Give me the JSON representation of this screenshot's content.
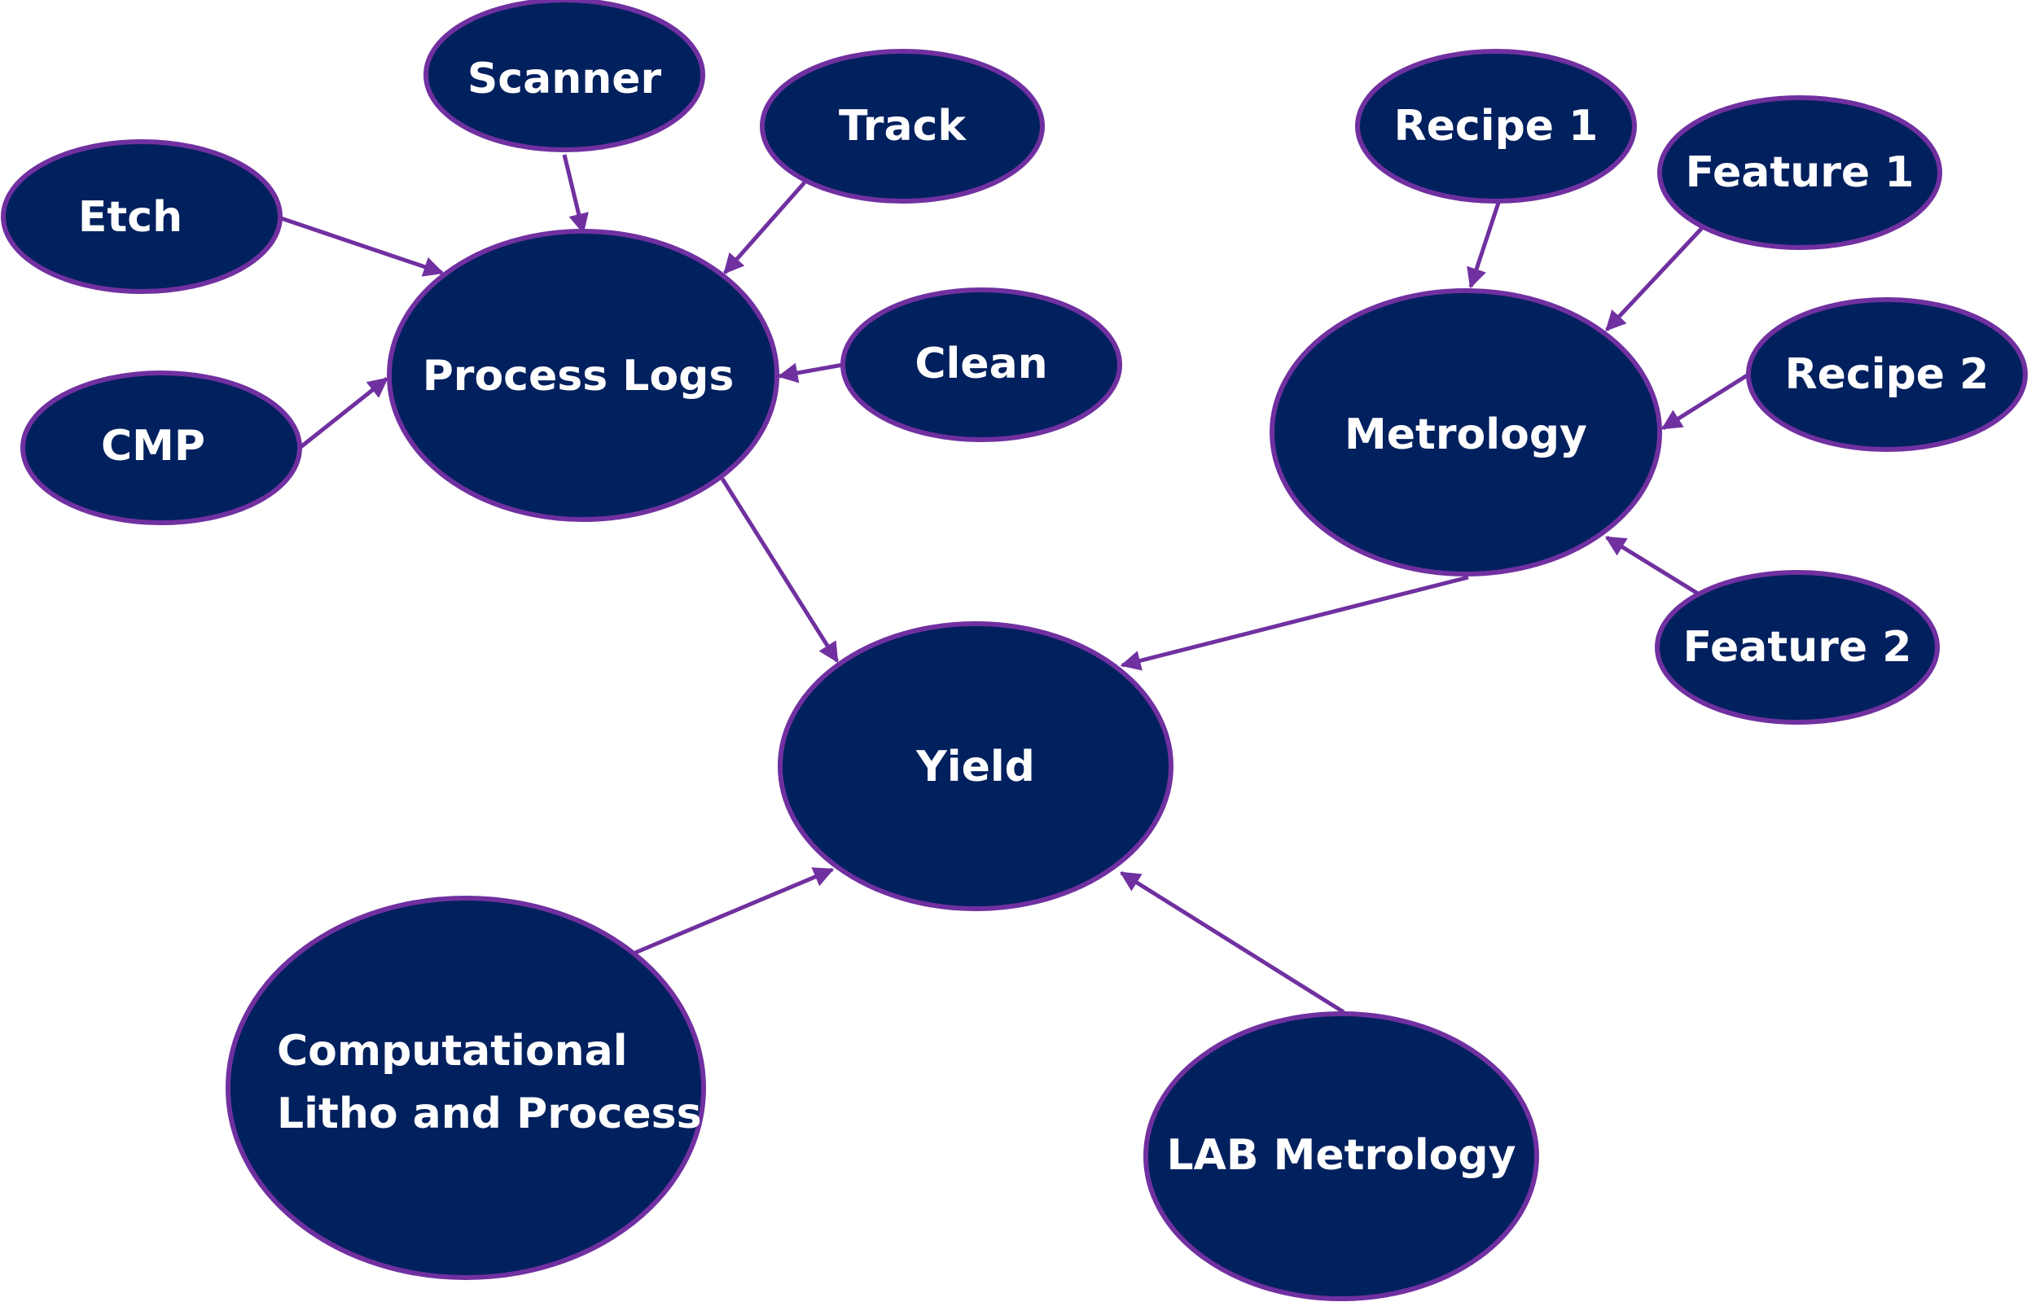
{
  "diagram": {
    "nodes": {
      "scanner": "Scanner",
      "track": "Track",
      "etch": "Etch",
      "process_logs": "Process Logs",
      "clean": "Clean",
      "cmp": "CMP",
      "recipe1": "Recipe 1",
      "feature1": "Feature 1",
      "metrology": "Metrology",
      "recipe2": "Recipe 2",
      "feature2": "Feature 2",
      "yield": "Yield",
      "comp_litho_line1": "Computational",
      "comp_litho_line2": "Litho and Process",
      "lab_metrology": "LAB Metrology"
    },
    "edges": [
      {
        "from": "Scanner",
        "to": "Process Logs"
      },
      {
        "from": "Track",
        "to": "Process Logs"
      },
      {
        "from": "Etch",
        "to": "Process Logs"
      },
      {
        "from": "CMP",
        "to": "Process Logs"
      },
      {
        "from": "Clean",
        "to": "Process Logs"
      },
      {
        "from": "Recipe 1",
        "to": "Metrology"
      },
      {
        "from": "Feature 1",
        "to": "Metrology"
      },
      {
        "from": "Recipe 2",
        "to": "Metrology"
      },
      {
        "from": "Feature 2",
        "to": "Metrology"
      },
      {
        "from": "Process Logs",
        "to": "Yield"
      },
      {
        "from": "Metrology",
        "to": "Yield"
      },
      {
        "from": "Computational Litho and Process",
        "to": "Yield"
      },
      {
        "from": "LAB Metrology",
        "to": "Yield"
      }
    ],
    "colors": {
      "node_fill": "#00205e",
      "node_border": "#7030a0",
      "edge": "#7030a0",
      "text": "#ffffff"
    }
  }
}
